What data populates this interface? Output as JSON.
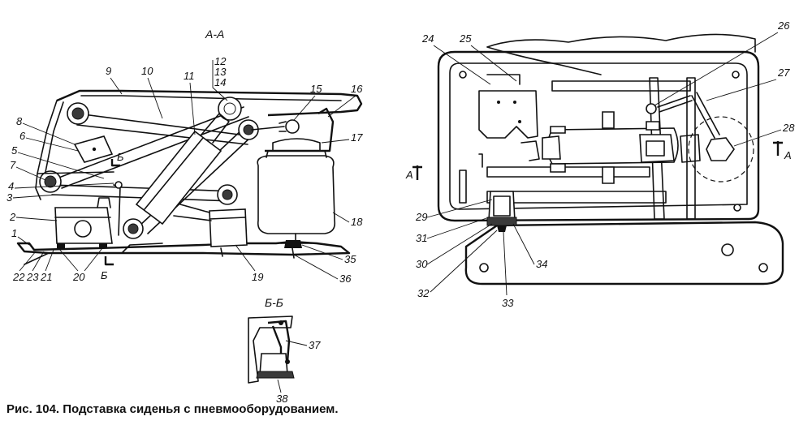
{
  "caption": "Рис. 104. Подставка сиденья с пневмооборудованием.",
  "section_labels": {
    "aa": "А-А",
    "bb": "Б-Б",
    "a_left": "А",
    "a_right": "А",
    "b_top": "Б",
    "b_bottom": "Б"
  },
  "callouts": {
    "n1": "1",
    "n2": "2",
    "n3": "3",
    "n4": "4",
    "n5": "5",
    "n6": "6",
    "n7": "7",
    "n8": "8",
    "n9": "9",
    "n10": "10",
    "n11": "11",
    "n12": "12",
    "n13": "13",
    "n14": "14",
    "n15": "15",
    "n16": "16",
    "n17": "17",
    "n18": "18",
    "n19": "19",
    "n20": "20",
    "n21": "21",
    "n22": "22",
    "n23": "23",
    "n24": "24",
    "n25": "25",
    "n26": "26",
    "n27": "27",
    "n28": "28",
    "n29": "29",
    "n30": "30",
    "n31": "31",
    "n32": "32",
    "n33": "33",
    "n34": "34",
    "n35": "35",
    "n36": "36",
    "n37": "37",
    "n38": "38"
  }
}
